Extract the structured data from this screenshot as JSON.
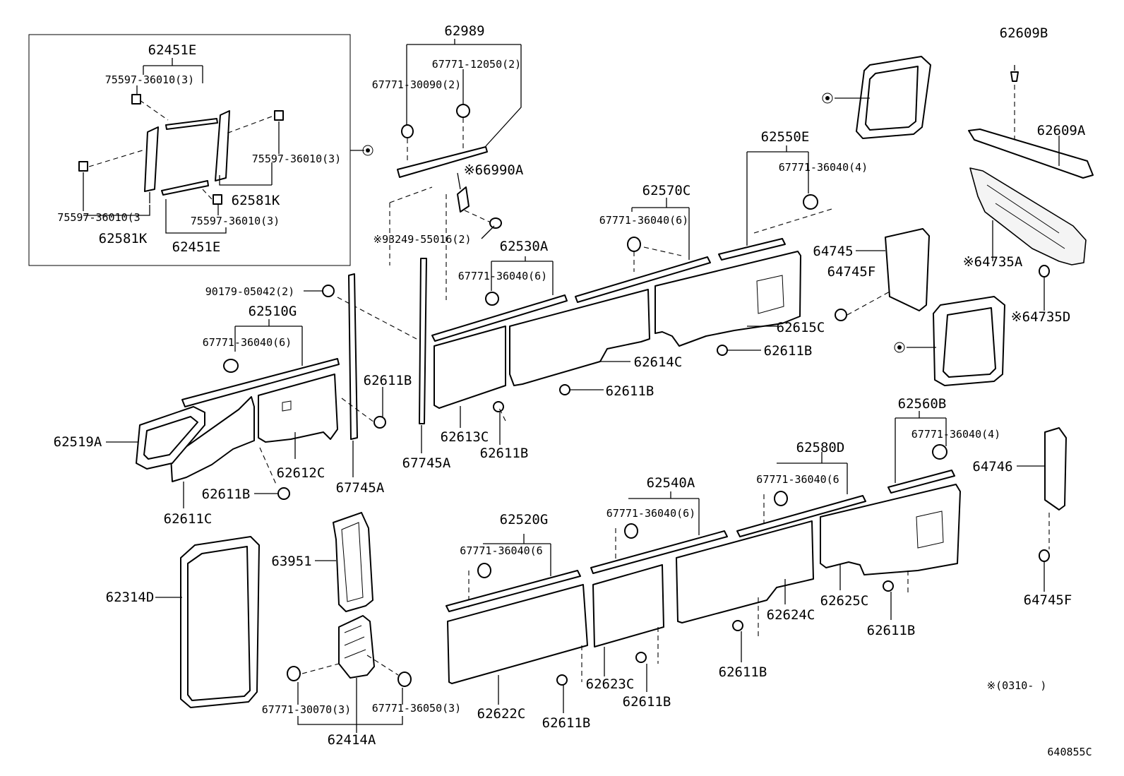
{
  "labels": {
    "l_62451E_top": "62451E",
    "l_75597_a": "75597-36010(3)",
    "l_75597_b": "75597-36010(3)",
    "l_75597_c": "75597-36010(3",
    "l_75597_d": "75597-36010(3)",
    "l_62581K_a": "62581K",
    "l_62581K_b": "62581K",
    "l_62451E_bot": "62451E",
    "l_62989": "62989",
    "l_67771_12050": "67771-12050(2)",
    "l_67771_30090": "67771-30090(2)",
    "l_66990A": "※66990A",
    "l_93249": "※93249-55016(2)",
    "l_62530A": "62530A",
    "l_67771_36040_530": "67771-36040(6)",
    "l_62570C": "62570C",
    "l_67771_36040_570": "67771-36040(6)",
    "l_62550E": "62550E",
    "l_67771_36040_550": "67771-36040(4)",
    "l_62609B": "62609B",
    "l_62609A": "62609A",
    "l_64745": "64745",
    "l_64745F_a": "64745F",
    "l_64735A": "※64735A",
    "l_64735D": "※64735D",
    "l_90179": "90179-05042(2)",
    "l_62510G": "62510G",
    "l_67771_36040_510": "67771-36040(6)",
    "l_62519A": "62519A",
    "l_62612C": "62612C",
    "l_62611B_1": "62611B",
    "l_62611C": "62611C",
    "l_67745A_a": "67745A",
    "l_62611B_2": "62611B",
    "l_67745A_b": "67745A",
    "l_62613C": "62613C",
    "l_62611B_3": "62611B",
    "l_62614C": "62614C",
    "l_62611B_4": "62611B",
    "l_62615C": "62615C",
    "l_62611B_5": "62611B",
    "l_62560B": "62560B",
    "l_67771_36040_560": "67771-36040(4)",
    "l_64746": "64746",
    "l_64745F_b": "64745F",
    "l_62580D": "62580D",
    "l_67771_36040_580": "67771-36040(6",
    "l_62540A": "62540A",
    "l_67771_36040_540": "67771-36040(6)",
    "l_62520G": "62520G",
    "l_67771_36040_520": "67771-36040(6",
    "l_63951": "63951",
    "l_62314D": "62314D",
    "l_62625C": "62625C",
    "l_62624C": "62624C",
    "l_62611B_6": "62611B",
    "l_62611B_7": "62611B",
    "l_62623C": "62623C",
    "l_62611B_8": "62611B",
    "l_62611B_9": "62611B",
    "l_62622C": "62622C",
    "l_67771_30070": "67771-30070(3)",
    "l_67771_36050": "67771-36050(3)",
    "l_62414A": "62414A",
    "l_note": "※(0310-   )",
    "l_code": "640855C"
  }
}
